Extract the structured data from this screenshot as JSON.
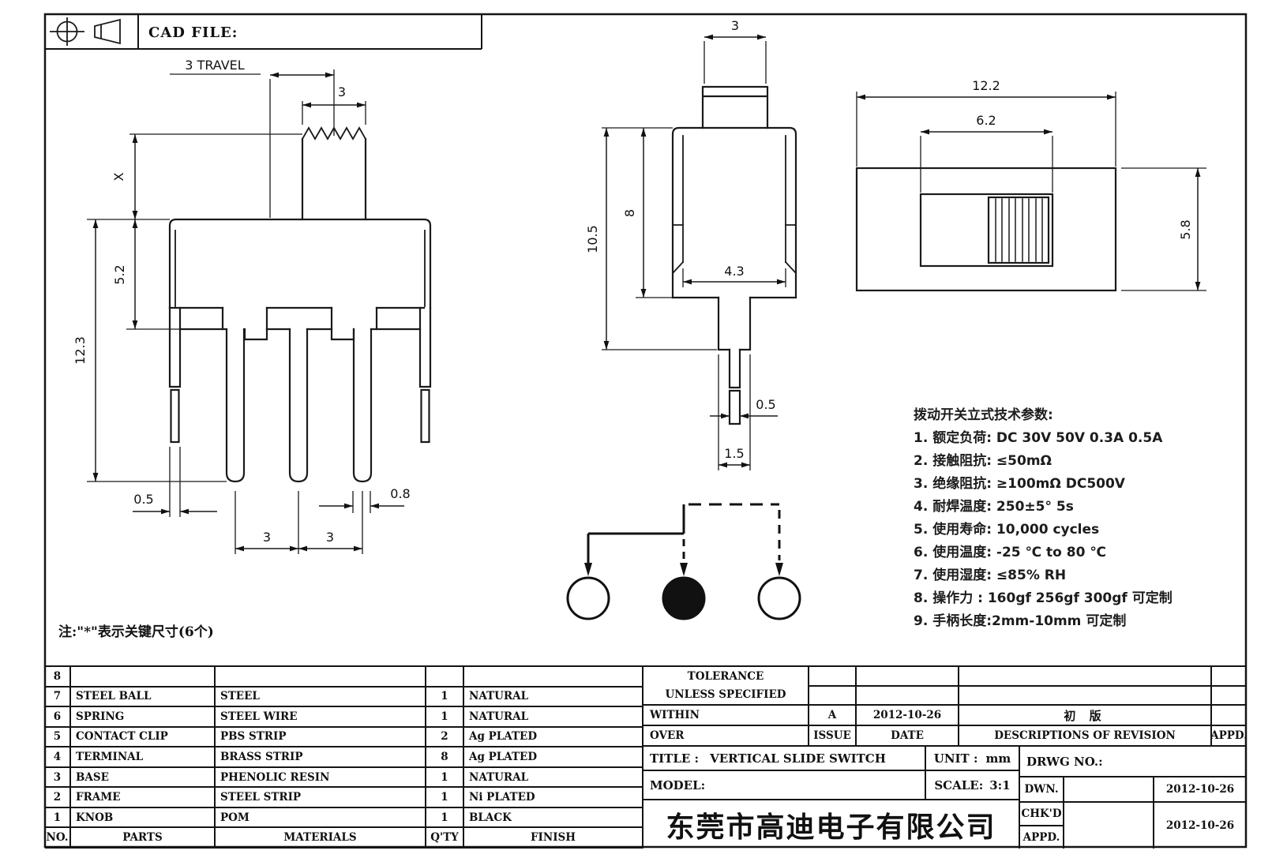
{
  "header": {
    "cad_file_label": "CAD FILE:"
  },
  "views": {
    "front": {
      "travel": "3 TRAVEL",
      "knob_width": "3",
      "handle_length": "X",
      "upper_body": "5.2",
      "overall_height": "12.3",
      "leg_width": "0.5",
      "pin_width": "0.8",
      "pitch1": "3",
      "pitch2": "3"
    },
    "side": {
      "knob_width": "3",
      "body_height": "8",
      "overall_height": "10.5",
      "body_width": "4.3",
      "pin_width": "0.5",
      "stem_width": "1.5"
    },
    "top": {
      "overall_width": "12.2",
      "slot_width": "6.2",
      "overall_depth": "5.8"
    }
  },
  "note": "注:\"*\"表示关键尺寸(6个)",
  "tech_params": {
    "title": "拨动开关立式技术参数:",
    "items": [
      "1.  额定负荷: DC 30V    50V    0.3A    0.5A",
      "2.  接触阻抗:  ≤50mΩ",
      "3.  绝缘阻抗:  ≥100mΩ   DC500V",
      "4.  耐焊温度: 250±5°  5s",
      "5.  使用寿命: 10,000 cycles",
      "6.  使用温度: -25  ℃  to 80  ℃",
      "7.  使用湿度:  ≤85% RH",
      "8.  操作力 : 160gf   256gf   300gf  可定制",
      "9.  手柄长度:2mm-10mm  可定制"
    ]
  },
  "parts_table": {
    "headers": {
      "no": "NO.",
      "parts": "PARTS",
      "materials": "MATERIALS",
      "qty": "Q'TY",
      "finish": "FINISH"
    },
    "rows": [
      {
        "no": "8",
        "parts": "",
        "materials": "",
        "qty": "",
        "finish": ""
      },
      {
        "no": "7",
        "parts": "STEEL BALL",
        "materials": "STEEL",
        "qty": "1",
        "finish": "NATURAL"
      },
      {
        "no": "6",
        "parts": "SPRING",
        "materials": "STEEL WIRE",
        "qty": "1",
        "finish": "NATURAL"
      },
      {
        "no": "5",
        "parts": "CONTACT CLIP",
        "materials": "PBS STRIP",
        "qty": "2",
        "finish": "Ag PLATED"
      },
      {
        "no": "4",
        "parts": "TERMINAL",
        "materials": "BRASS STRIP",
        "qty": "8",
        "finish": "Ag PLATED"
      },
      {
        "no": "3",
        "parts": "BASE",
        "materials": "PHENOLIC RESIN",
        "qty": "1",
        "finish": "NATURAL"
      },
      {
        "no": "2",
        "parts": "FRAME",
        "materials": "STEEL STRIP",
        "qty": "1",
        "finish": "Ni PLATED"
      },
      {
        "no": "1",
        "parts": "KNOB",
        "materials": "POM",
        "qty": "1",
        "finish": "BLACK"
      }
    ]
  },
  "title_block": {
    "tolerance_line1": "TOLERANCE",
    "tolerance_line2": "UNLESS  SPECIFIED",
    "within_label": "WITHIN",
    "over_label": "OVER",
    "issue_value": "A",
    "issue_label": "ISSUE",
    "date_value": "2012-10-26",
    "date_label": "DATE",
    "revision_desc": "初  版",
    "desc_label": "DESCRIPTIONS OF REVISION",
    "appd_label": "APPD.",
    "title_label": "TITLE :",
    "title_value": "VERTICAL SLIDE SWITCH",
    "unit_label": "UNIT :",
    "unit_value": "mm",
    "model_label": "MODEL:",
    "scale_label": "SCALE:",
    "scale_value": "3:1",
    "drwg_label": "DRWG NO.:",
    "dwn_label": "DWN.",
    "chkd_label": "CHK'D",
    "appd2_label": "APPD.",
    "dwn_date": "2012-10-26",
    "chkd_date": "2012-10-26",
    "company": "东莞市高迪电子有限公司"
  }
}
